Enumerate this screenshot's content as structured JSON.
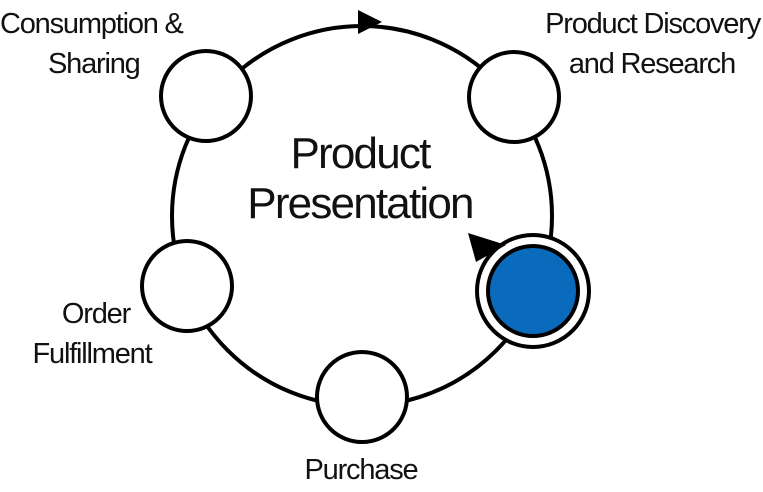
{
  "center": {
    "line1": "Product",
    "line2": "Presentation"
  },
  "stages": {
    "discovery": {
      "line1": "Product Discovery",
      "line2": "and Research"
    },
    "presentation": {
      "active": true
    },
    "purchase": {
      "line1": "Purchase"
    },
    "fulfillment": {
      "line1": "Order",
      "line2": "Fulfillment"
    },
    "consumption": {
      "line1": "Consumption &",
      "line2": "Sharing"
    }
  },
  "colors": {
    "active": "#0a6bbd",
    "stroke": "#000000",
    "node_fill": "#ffffff"
  },
  "icons": {
    "cycle_arrow_top": "triangle-right-icon",
    "active_marker": "triangle-pointer-icon"
  }
}
